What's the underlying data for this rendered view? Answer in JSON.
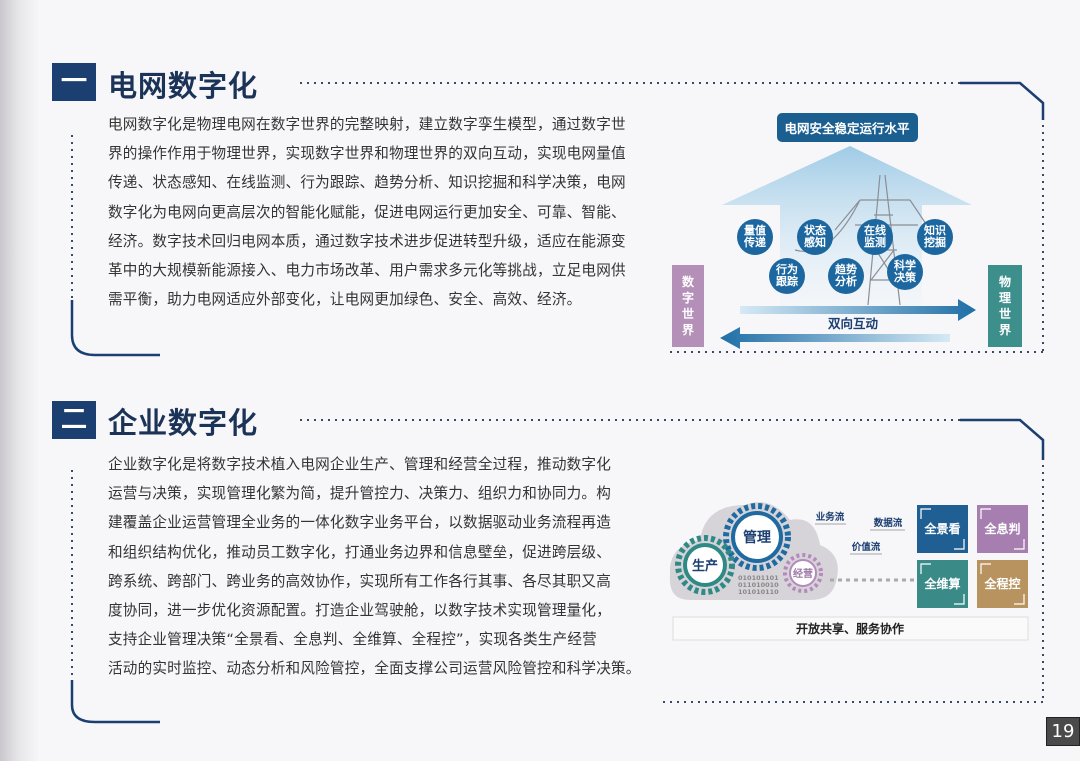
{
  "sections": [
    {
      "number": "一",
      "title": "电网数字化",
      "lines": [
        "电网数字化是物理电网在数字世界的完整映射，建立数字孪生模型，通过数字世",
        "界的操作作用于物理世界，实现数字世界和物理世界的双向互动，实现电网量值",
        "传递、状态感知、在线监测、行为跟踪、趋势分析、知识挖掘和科学决策，电网",
        "数字化为电网向更高层次的智能化赋能，促进电网运行更加安全、可靠、智能、",
        "经济。数字技术回归电网本质，通过数字技术进步促进转型升级，适应在能源变",
        "革中的大规模新能源接入、电力市场改革、用户需求多元化等挑战，立足电网供",
        "需平衡，助力电网适应外部变化，让电网更加绿色、安全、高效、经济。"
      ],
      "diagram": {
        "top_label": "电网安全稳定运行水平",
        "capabilities": [
          "量值传递",
          "状态感知",
          "在线监测",
          "知识挖掘",
          "行为跟踪",
          "趋势分析",
          "科学决策"
        ],
        "left_label": "数字世界",
        "right_label": "物理世界",
        "arrow_label": "双向互动"
      }
    },
    {
      "number": "二",
      "title": "企业数字化",
      "lines": [
        "企业数字化是将数字技术植入电网企业生产、管理和经营全过程，推动数字化",
        "运营与决策，实现管理化繁为简，提升管控力、决策力、组织力和协同力。构",
        "建覆盖企业运营管理全业务的一体化数字业务平台，以数据驱动业务流程再造",
        "和组织结构优化，推动员工数字化，打通业务边界和信息壁垒，促进跨层级、",
        "跨系统、跨部门、跨业务的高效协作，实现所有工作各行其事、各尽其职又高",
        "度协同，进一步优化资源配置。打造企业驾驶舱，以数字技术实现管理量化，",
        "支持企业管理决策“全景看、全息判、全维算、全程控”，实现各类生产经营",
        "活动的实时监控、动态分析和风险管控，全面支撑公司运营风险管控和科学决策。"
      ],
      "diagram": {
        "gears": [
          "管理",
          "生产",
          "经营"
        ],
        "binary": [
          "010101101",
          "011010010",
          "101010110"
        ],
        "flows": [
          "业务流",
          "数据流",
          "价值流"
        ],
        "tiles": [
          {
            "label": "全景看",
            "color": "#1f5f94"
          },
          {
            "label": "全息判",
            "color": "#a67fb0"
          },
          {
            "label": "全维算",
            "color": "#3a8a88"
          },
          {
            "label": "全程控",
            "color": "#b8935f"
          }
        ],
        "footer": "开放共享、服务协作"
      }
    }
  ],
  "page_number": "19",
  "colors": {
    "navy": "#1c3f72",
    "purple": "#b48fb8",
    "teal": "#3d8f8c"
  }
}
